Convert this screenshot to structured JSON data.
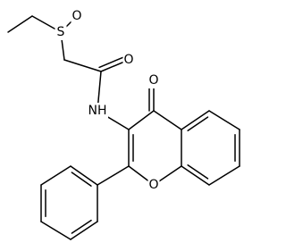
{
  "molecule": {
    "atoms": [
      {
        "id": "a1",
        "element": "C",
        "label": ""
      },
      {
        "id": "a2",
        "element": "C",
        "label": ""
      },
      {
        "id": "a3",
        "element": "S",
        "label": "S"
      },
      {
        "id": "a4",
        "element": "O",
        "label": "O"
      },
      {
        "id": "a5",
        "element": "C",
        "label": ""
      },
      {
        "id": "a6",
        "element": "C",
        "label": ""
      },
      {
        "id": "a7",
        "element": "O",
        "label": "O"
      },
      {
        "id": "a8",
        "element": "N",
        "label": "NH"
      },
      {
        "id": "a9",
        "element": "C",
        "label": ""
      },
      {
        "id": "a10",
        "element": "C",
        "label": ""
      },
      {
        "id": "a11",
        "element": "O",
        "label": "O"
      },
      {
        "id": "a12",
        "element": "C",
        "label": ""
      },
      {
        "id": "a13",
        "element": "C",
        "label": ""
      },
      {
        "id": "a14",
        "element": "C",
        "label": ""
      },
      {
        "id": "a15",
        "element": "C",
        "label": ""
      },
      {
        "id": "a16",
        "element": "C",
        "label": ""
      },
      {
        "id": "a17",
        "element": "C",
        "label": ""
      },
      {
        "id": "a18",
        "element": "O",
        "label": "O"
      },
      {
        "id": "a19",
        "element": "C",
        "label": ""
      },
      {
        "id": "a20",
        "element": "C",
        "label": ""
      },
      {
        "id": "a21",
        "element": "C",
        "label": ""
      },
      {
        "id": "a22",
        "element": "C",
        "label": ""
      },
      {
        "id": "a23",
        "element": "C",
        "label": ""
      },
      {
        "id": "a24",
        "element": "C",
        "label": ""
      },
      {
        "id": "a25",
        "element": "C",
        "label": ""
      }
    ],
    "bonds": [
      {
        "from": "a1",
        "to": "a2",
        "order": 1
      },
      {
        "from": "a2",
        "to": "a3",
        "order": 1
      },
      {
        "from": "a3",
        "to": "a4",
        "order": 1
      },
      {
        "from": "a3",
        "to": "a5",
        "order": 1
      },
      {
        "from": "a5",
        "to": "a6",
        "order": 1
      },
      {
        "from": "a6",
        "to": "a7",
        "order": 2
      },
      {
        "from": "a6",
        "to": "a8",
        "order": 1
      },
      {
        "from": "a8",
        "to": "a9",
        "order": 1
      },
      {
        "from": "a9",
        "to": "a10",
        "order": 1
      },
      {
        "from": "a10",
        "to": "a11",
        "order": 2
      },
      {
        "from": "a10",
        "to": "a12",
        "order": 1
      },
      {
        "from": "a12",
        "to": "a13",
        "order": 2
      },
      {
        "from": "a13",
        "to": "a14",
        "order": 1
      },
      {
        "from": "a14",
        "to": "a15",
        "order": 2
      },
      {
        "from": "a15",
        "to": "a16",
        "order": 1
      },
      {
        "from": "a16",
        "to": "a17",
        "order": 2
      },
      {
        "from": "a17",
        "to": "a12",
        "order": 1
      },
      {
        "from": "a17",
        "to": "a18",
        "order": 1
      },
      {
        "from": "a18",
        "to": "a19",
        "order": 1
      },
      {
        "from": "a19",
        "to": "a9",
        "order": 2
      },
      {
        "from": "a19",
        "to": "a20",
        "order": 1
      },
      {
        "from": "a20",
        "to": "a21",
        "order": 2
      },
      {
        "from": "a21",
        "to": "a22",
        "order": 1
      },
      {
        "from": "a22",
        "to": "a23",
        "order": 2
      },
      {
        "from": "a23",
        "to": "a24",
        "order": 1
      },
      {
        "from": "a24",
        "to": "a25",
        "order": 2
      },
      {
        "from": "a25",
        "to": "a20",
        "order": 1
      }
    ]
  }
}
